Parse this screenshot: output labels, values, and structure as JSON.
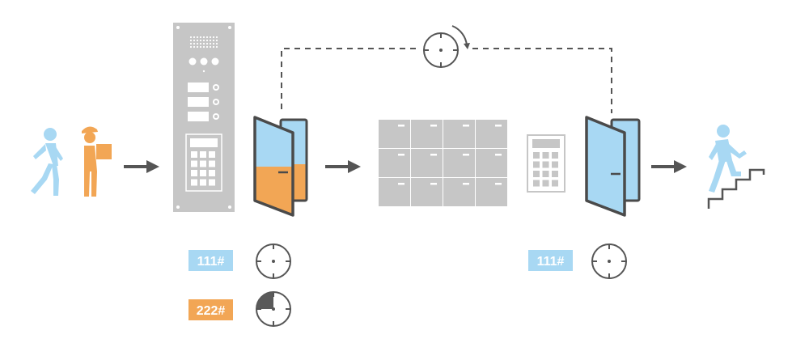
{
  "colors": {
    "blue": "#a8d8f3",
    "blue_dark": "#9cd1ef",
    "orange": "#f2a655",
    "gray_panel": "#c6c6c6",
    "gray_dark": "#5a5a5a",
    "door_outline": "#4a4a4a",
    "arrow": "#555555",
    "white": "#ffffff"
  },
  "codes": {
    "code_111_left": "111#",
    "code_222": "222#",
    "code_111_right": "111#"
  },
  "timers": {
    "code_111_left_elapsed": 0,
    "code_222_elapsed": 0.25,
    "code_111_right_elapsed": 0
  },
  "icons": [
    "walking-person-icon",
    "delivery-person-icon",
    "intercom-panel-icon",
    "door-icon",
    "mailbox-bank-icon",
    "keypad-icon",
    "clock-icon",
    "person-climbing-stairs-icon",
    "arrow-right-icon"
  ]
}
